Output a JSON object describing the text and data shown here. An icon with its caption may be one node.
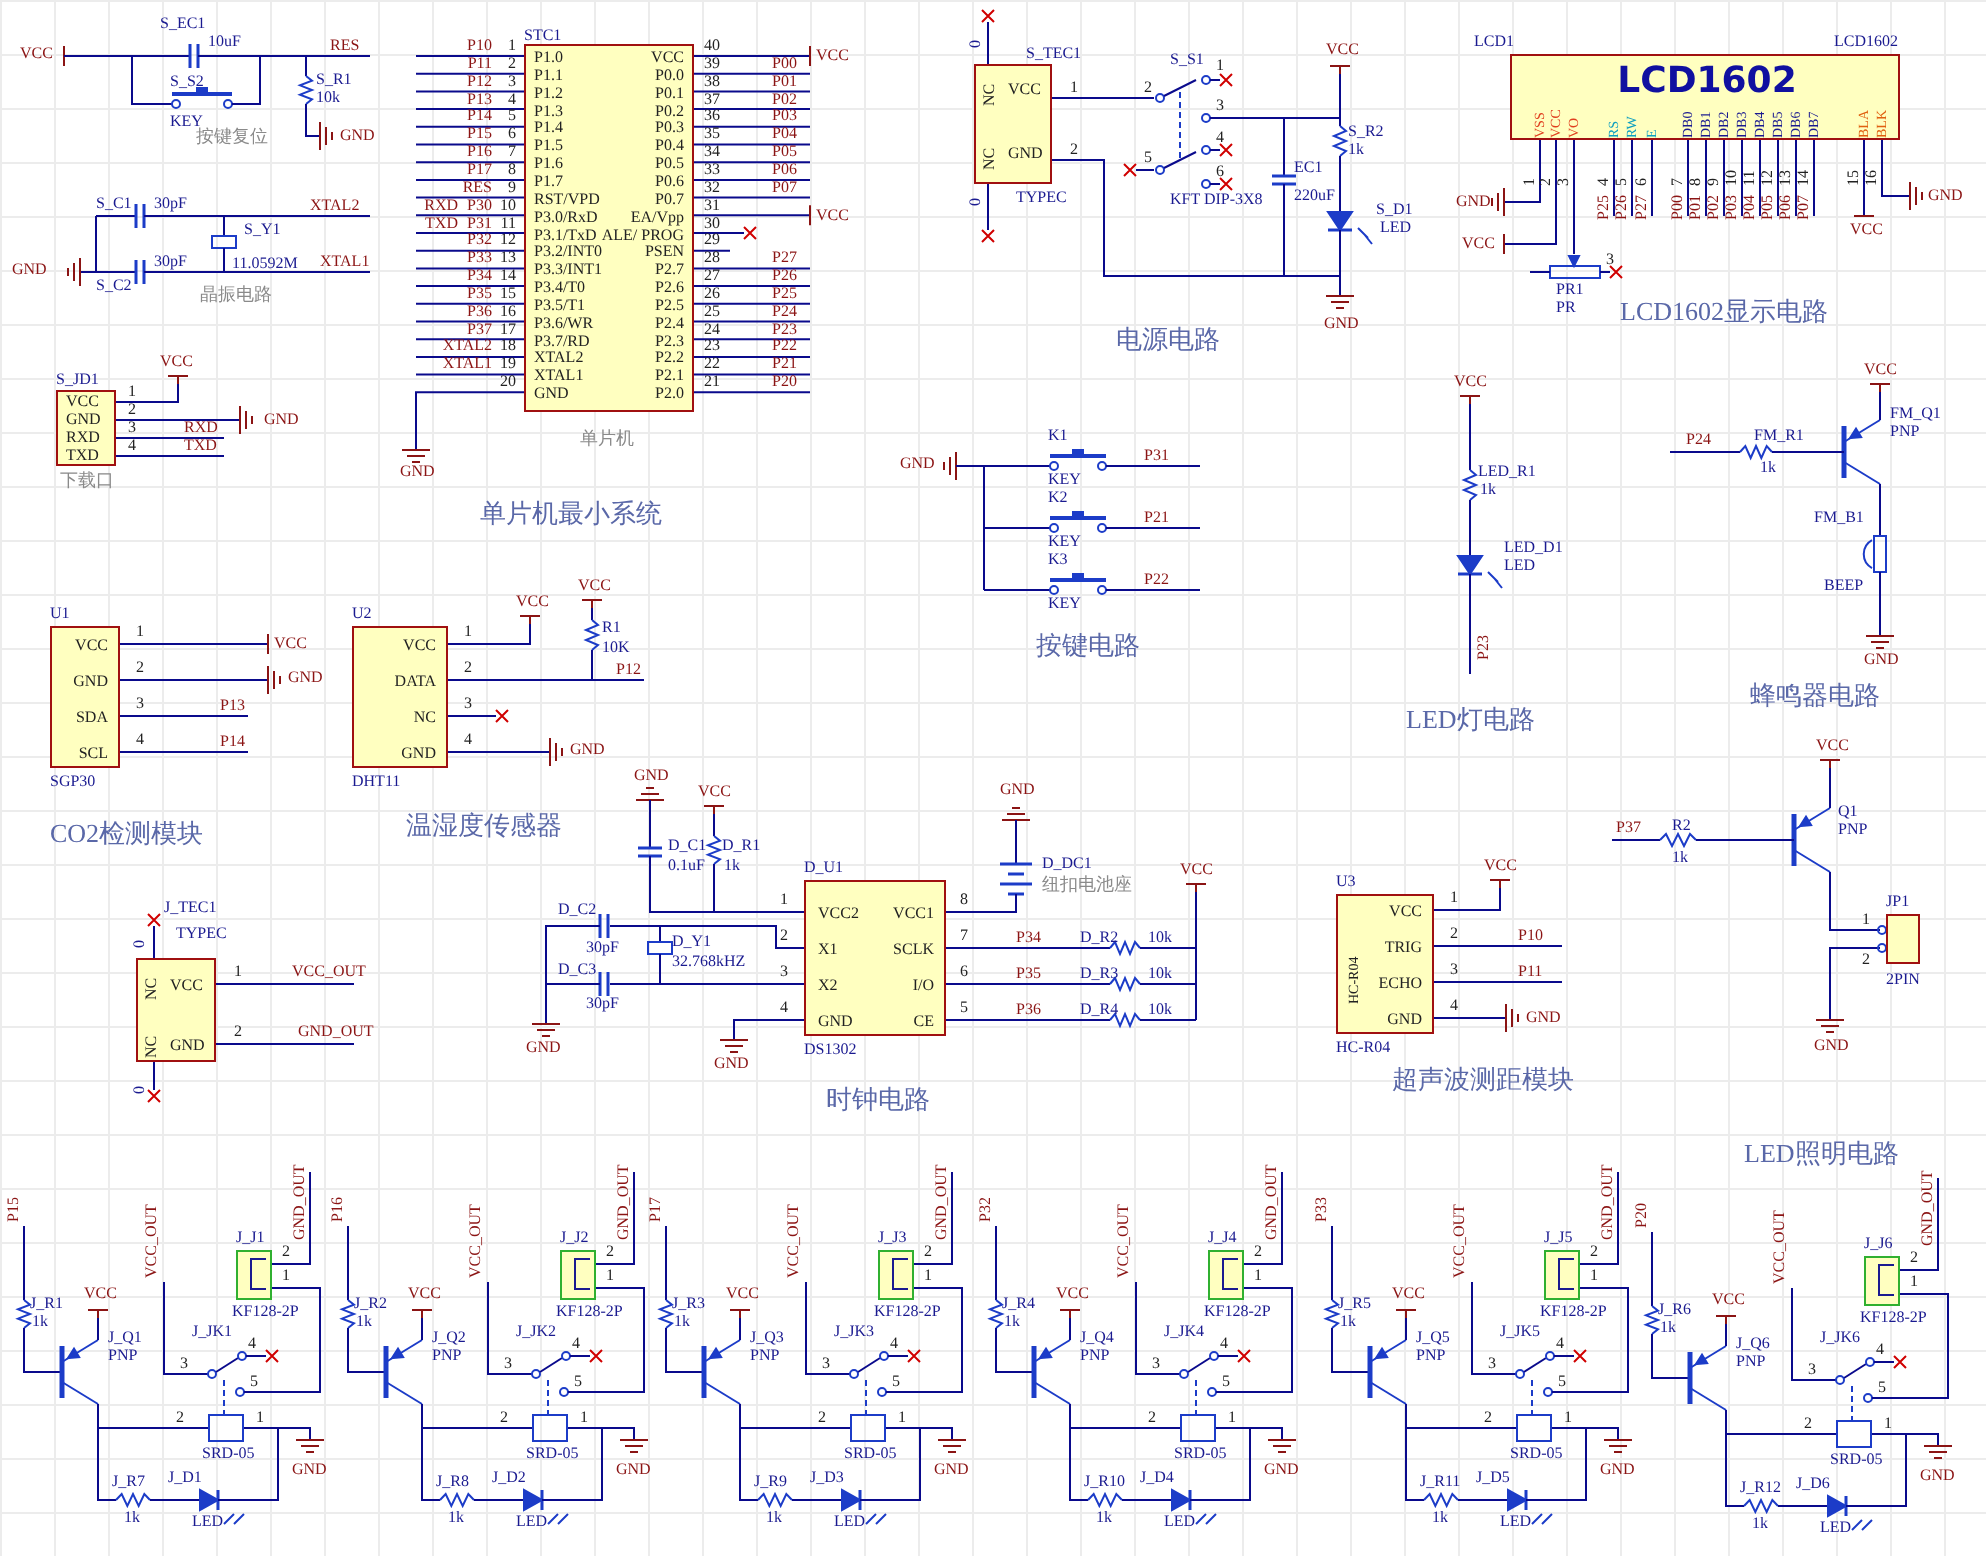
{
  "diagram": {
    "nodes": [
      {
        "text": [
          "P1.0",
          "P1.1",
          "P1.2",
          "P1.3",
          "P1.4",
          "P1.5",
          "P1.6",
          "P1.7",
          "RST/VPD",
          "P3.0/RxD",
          "P3.1/TxD",
          "P3.2/INT0",
          "P3.3/INT1",
          "P3.4/T0",
          "P3.5/T1",
          "P3.6/WR",
          "P3.7/RD",
          "XTAL2",
          "XTAL1",
          "GND",
          "VCC",
          "P0.0",
          "P0.1",
          "P0.2",
          "P0.3",
          "P0.4",
          "P0.5",
          "P0.6",
          "P0.7",
          "EA/Vpp",
          "ALE/ PROG",
          "PSEN",
          "P2.7",
          "P2.6",
          "P2.5",
          "P2.4",
          "P2.3",
          "P2.2",
          "P2.1",
          "P2.0"
        ],
        "beside": [
          "STC1"
        ]
      },
      {
        "text": [
          "VCC",
          "GND",
          "RXD",
          "TXD"
        ],
        "beside": [
          "S_JD1",
          "下载口"
        ]
      },
      {
        "text": [
          "NC",
          "VCC",
          "NC",
          "GND"
        ],
        "beside": [
          "S_TEC1",
          "TYPEC"
        ]
      },
      {
        "text": [
          "LCD1602",
          "VSS",
          "VCC",
          "VO",
          "RS",
          "RW",
          "E",
          "DB0",
          "DB1",
          "DB2",
          "DB3",
          "DB4",
          "DB5",
          "DB6",
          "DB7",
          "BLA",
          "BLK"
        ],
        "beside": [
          "LCD1",
          "LCD1602"
        ]
      },
      {
        "text": [
          "VCC",
          "GND",
          "SDA",
          "SCL"
        ],
        "beside": [
          "U1",
          "SGP30"
        ]
      },
      {
        "text": [
          "VCC",
          "DATA",
          "NC",
          "GND"
        ],
        "beside": [
          "U2",
          "DHT11"
        ]
      },
      {
        "text": [
          "NC",
          "VCC",
          "NC",
          "GND"
        ],
        "beside": [
          "J_TEC1",
          "TYPEC"
        ]
      },
      {
        "text": [
          "VCC2",
          "X1",
          "X2",
          "GND",
          "VCC1",
          "SCLK",
          "I/O",
          "CE"
        ],
        "beside": [
          "D_U1",
          "DS1302"
        ]
      },
      {
        "text": [
          "HC-R04",
          "VCC",
          "TRIG",
          "ECHO",
          "GND"
        ],
        "beside": [
          "U3",
          "HC-R04"
        ]
      },
      {
        "text": [],
        "shape": "box",
        "beside": [
          "JP1",
          "2PIN"
        ]
      },
      {
        "text": [],
        "shape": "box",
        "beside": [
          "J_J1",
          "KF128-2P"
        ]
      },
      {
        "text": [],
        "shape": "box",
        "beside": [
          "SRD-05"
        ]
      },
      {
        "text": [],
        "shape": "box",
        "beside": [
          "J_J2",
          "KF128-2P"
        ]
      },
      {
        "text": [],
        "shape": "box",
        "beside": [
          "SRD-05"
        ]
      },
      {
        "text": [],
        "shape": "box",
        "beside": [
          "J_J3",
          "KF128-2P"
        ]
      },
      {
        "text": [],
        "shape": "box",
        "beside": [
          "SRD-05"
        ]
      },
      {
        "text": [],
        "shape": "box",
        "beside": [
          "J_J4",
          "KF128-2P"
        ]
      },
      {
        "text": [],
        "shape": "box",
        "beside": [
          "SRD-05"
        ]
      },
      {
        "text": [],
        "shape": "box",
        "beside": [
          "J_J5",
          "KF128-2P"
        ]
      },
      {
        "text": [],
        "shape": "box",
        "beside": [
          "SRD-05"
        ]
      },
      {
        "text": [],
        "shape": "box",
        "beside": [
          "J_J6",
          "KF128-2P"
        ]
      },
      {
        "text": [],
        "shape": "box",
        "beside": [
          "SRD-05"
        ]
      }
    ],
    "labels": [
      "VCC",
      "S_EC1",
      "10uF",
      "S_S2",
      "KEY",
      "按键复位",
      "RES",
      "S_R1",
      "10k",
      "GND",
      "S_C1",
      "30pF",
      "XTAL2",
      "S_Y1",
      "GND",
      "S_C2",
      "30pF",
      "11.0592M",
      "XTAL1",
      "晶振电路",
      "1",
      "2",
      "3",
      "4",
      "VCC",
      "GND",
      "RXD",
      "TXD",
      "P10",
      "P11",
      "P12",
      "P13",
      "P14",
      "P15",
      "P16",
      "P17",
      "RES",
      "RXD",
      "P30",
      "TXD",
      "P31",
      "P32",
      "P33",
      "P34",
      "P35",
      "P36",
      "P37",
      "XTAL2",
      "XTAL1",
      "1",
      "2",
      "3",
      "4",
      "5",
      "6",
      "7",
      "8",
      "9",
      "10",
      "11",
      "12",
      "13",
      "14",
      "15",
      "16",
      "17",
      "18",
      "19",
      "20",
      "40",
      "39",
      "38",
      "37",
      "36",
      "35",
      "34",
      "33",
      "32",
      "31",
      "30",
      "29",
      "28",
      "27",
      "26",
      "25",
      "24",
      "23",
      "22",
      "21",
      "VCC",
      "P00",
      "P01",
      "P02",
      "P03",
      "P04",
      "P05",
      "P06",
      "P07",
      "VCC",
      "P27",
      "P26",
      "P25",
      "P24",
      "P23",
      "P22",
      "P21",
      "P20",
      "GND",
      "单片机",
      "单片机最小系统",
      "0",
      "0",
      "1",
      "2",
      "S_S1",
      "2",
      "1",
      "3",
      "5",
      "4",
      "6",
      "KFT DIP-3X8",
      "EC1",
      "220uF",
      "VCC",
      "S_R2",
      "1k",
      "S_D1",
      "LED",
      "GND",
      "电源电路",
      "1",
      "2",
      "3",
      "4",
      "5",
      "6",
      "7",
      "8",
      "9",
      "10",
      "11",
      "12",
      "13",
      "14",
      "15",
      "16",
      "P25",
      "P26",
      "P27",
      "P00",
      "P01",
      "P02",
      "P03",
      "P04",
      "P05",
      "P06",
      "P07",
      "GND",
      "VCC",
      "VCC",
      "GND",
      "PR1",
      "PR",
      "3",
      "LCD1602显示电路",
      "GND",
      "K1",
      "KEY",
      "P31",
      "K2",
      "KEY",
      "P21",
      "K3",
      "KEY",
      "P22",
      "按键电路",
      "VCC",
      "LED_R1",
      "1k",
      "LED_D1",
      "LED",
      "P23",
      "LED灯电路",
      "VCC",
      "P24",
      "FM_R1",
      "1k",
      "FM_Q1",
      "PNP",
      "FM_B1",
      "BEEP",
      "GND",
      "蜂鸣器电路",
      "1",
      "2",
      "3",
      "4",
      "VCC",
      "GND",
      "P13",
      "P14",
      "CO2检测模块",
      "1",
      "2",
      "3",
      "4",
      "VCC",
      "VCC",
      "R1",
      "10K",
      "P12",
      "GND",
      "温湿度传感器",
      "GND",
      "VCC",
      "D_C1",
      "0.1uF",
      "D_R1",
      "1k",
      "D_C2",
      "30pF",
      "D_Y1",
      "32.768kHZ",
      "D_C3",
      "30pF",
      "GND",
      "GND",
      "1",
      "2",
      "3",
      "4",
      "8",
      "7",
      "6",
      "5",
      "GND",
      "D_DC1",
      "纽扣电池座",
      "VCC",
      "P34",
      "D_R2",
      "10k",
      "P35",
      "D_R3",
      "10k",
      "P36",
      "D_R4",
      "10k",
      "时钟电路",
      "0",
      "0",
      "1",
      "2",
      "VCC_OUT",
      "GND_OUT",
      "1",
      "2",
      "3",
      "4",
      "VCC",
      "P10",
      "P11",
      "GND",
      "超声波测距模块",
      "VCC",
      "P37",
      "R2",
      "1k",
      "Q1",
      "PNP",
      "1",
      "2",
      "GND",
      "LED照明电路",
      "P15",
      "J_R1",
      "1k",
      "VCC",
      "J_Q1",
      "PNP",
      "VCC_OUT",
      "GND_OUT",
      "2",
      "1",
      "J_JK1",
      "3",
      "4",
      "5",
      "2",
      "1",
      "GND",
      "J_R7",
      "1k",
      "J_D1",
      "LED",
      "P16",
      "J_R2",
      "1k",
      "VCC",
      "J_Q2",
      "PNP",
      "VCC_OUT",
      "GND_OUT",
      "2",
      "1",
      "J_JK2",
      "3",
      "4",
      "5",
      "2",
      "1",
      "GND",
      "J_R8",
      "1k",
      "J_D2",
      "LED",
      "P17",
      "J_R3",
      "1k",
      "VCC",
      "J_Q3",
      "PNP",
      "VCC_OUT",
      "GND_OUT",
      "2",
      "1",
      "J_JK3",
      "3",
      "4",
      "5",
      "2",
      "1",
      "GND",
      "J_R9",
      "1k",
      "J_D3",
      "LED",
      "P32",
      "J_R4",
      "1k",
      "VCC",
      "J_Q4",
      "PNP",
      "VCC_OUT",
      "GND_OUT",
      "2",
      "1",
      "J_JK4",
      "3",
      "4",
      "5",
      "2",
      "1",
      "GND",
      "J_R10",
      "1k",
      "J_D4",
      "LED",
      "P33",
      "J_R5",
      "1k",
      "VCC",
      "J_Q5",
      "PNP",
      "VCC_OUT",
      "GND_OUT",
      "2",
      "1",
      "J_JK5",
      "3",
      "4",
      "5",
      "2",
      "1",
      "GND",
      "J_R11",
      "1k",
      "J_D5",
      "LED",
      "P20",
      "J_R6",
      "1k",
      "VCC",
      "J_Q6",
      "PNP",
      "VCC_OUT",
      "GND_OUT",
      "2",
      "1",
      "J_JK6",
      "3",
      "4",
      "5",
      "2",
      "1",
      "GND",
      "J_R12",
      "1k",
      "J_D6",
      "LED"
    ]
  }
}
